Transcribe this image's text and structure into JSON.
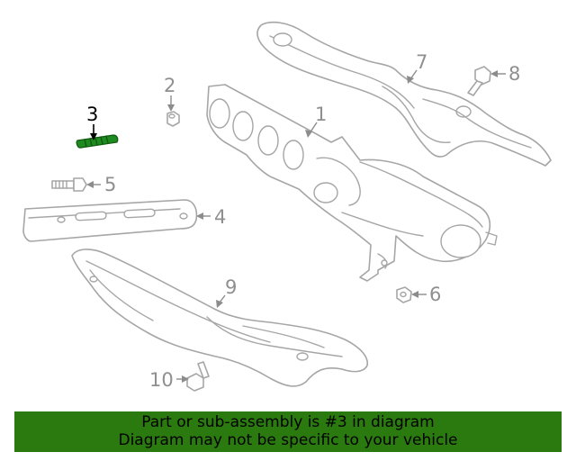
{
  "diagram": {
    "callouts": {
      "c1": "1",
      "c2": "2",
      "c3": "3",
      "c4": "4",
      "c5": "5",
      "c6": "6",
      "c7": "7",
      "c8": "8",
      "c9": "9",
      "c10": "10"
    },
    "highlight_color": "#1f8a1f"
  },
  "banner": {
    "line1": "Part or sub-assembly is #3 in diagram",
    "line2": "Diagram may not be specific to your vehicle",
    "background": "#2a7a10"
  }
}
